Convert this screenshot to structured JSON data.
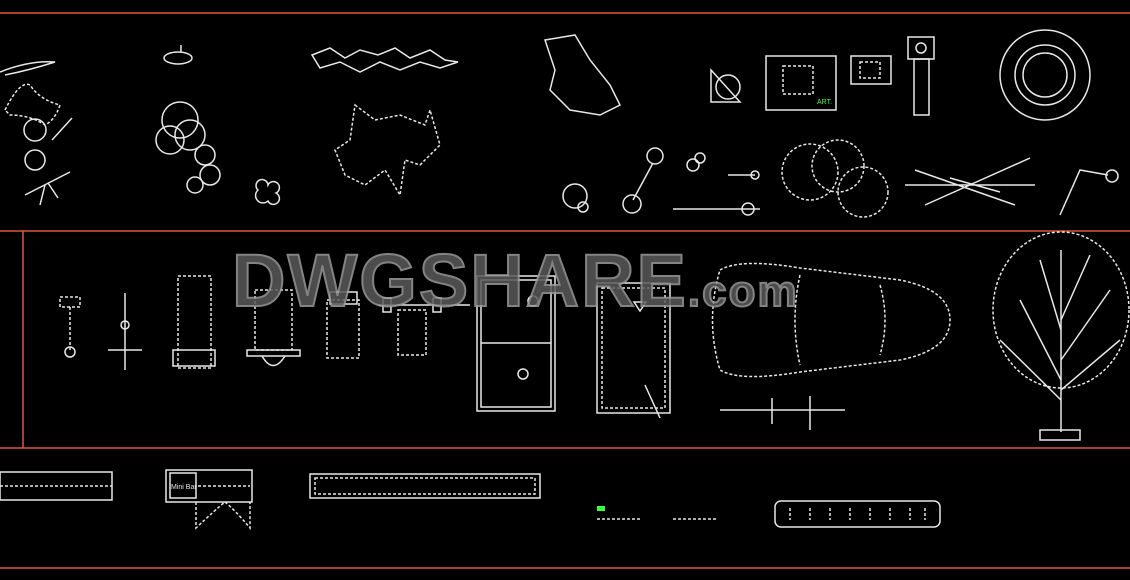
{
  "colors": {
    "background": "#000000",
    "frame": "#e0553f",
    "linework": "#e8e8e8",
    "annotation": "#3cff3c"
  },
  "labels": {
    "art": "ART.",
    "minibar": "Mini Bar"
  },
  "watermark": {
    "main": "DWGSHARE",
    "suffix": ".com"
  }
}
